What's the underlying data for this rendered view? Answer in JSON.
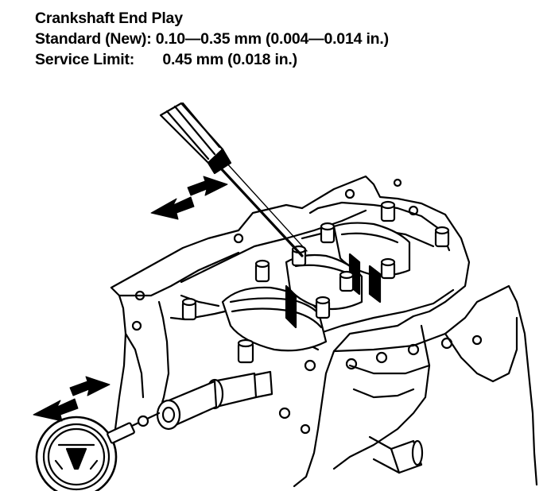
{
  "spec": {
    "title": "Crankshaft End Play",
    "standard_label": "Standard (New):",
    "standard_value": "0.10—0.35 mm (0.004—0.014 in.)",
    "limit_label": "Service Limit:",
    "limit_value": "0.45 mm (0.018 in.)"
  },
  "illustration": {
    "subject": "engine-block-crankshaft",
    "tools": [
      "screwdriver-icon",
      "dial-indicator-icon"
    ],
    "motion_indicators": [
      "double-arrow-icon",
      "double-arrow-icon"
    ]
  }
}
